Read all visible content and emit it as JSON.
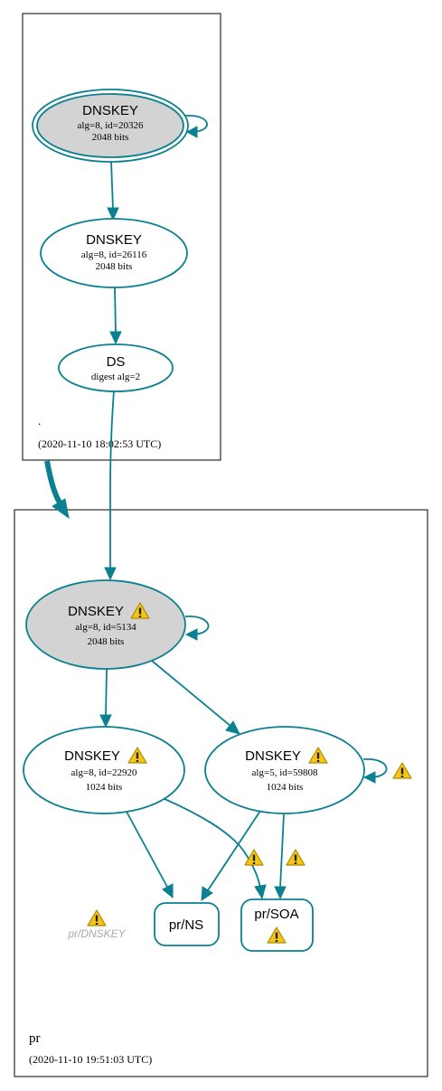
{
  "zones": {
    "root": {
      "name": ".",
      "timestamp": "(2020-11-10 18:02:53 UTC)"
    },
    "pr": {
      "name": "pr",
      "timestamp": "(2020-11-10 19:51:03 UTC)"
    }
  },
  "nodes": {
    "root_ksk": {
      "title": "DNSKEY",
      "line1": "alg=8, id=20326",
      "line2": "2048 bits"
    },
    "root_zsk": {
      "title": "DNSKEY",
      "line1": "alg=8, id=26116",
      "line2": "2048 bits"
    },
    "pr_ds": {
      "title": "DS",
      "line1": "digest alg=2"
    },
    "pr_ksk": {
      "title": "DNSKEY",
      "line1": "alg=8, id=5134",
      "line2": "2048 bits"
    },
    "pr_zsk1": {
      "title": "DNSKEY",
      "line1": "alg=8, id=22920",
      "line2": "1024 bits"
    },
    "pr_zsk2": {
      "title": "DNSKEY",
      "line1": "alg=5, id=59808",
      "line2": "1024 bits"
    },
    "pr_ns": {
      "title": "pr/NS"
    },
    "pr_soa": {
      "title": "pr/SOA"
    },
    "pr_dnskey_missing": {
      "title": "pr/DNSKEY"
    }
  },
  "colors": {
    "edge": "#0a8090",
    "ksk_fill": "#d3d3d3",
    "node_fill": "#ffffff",
    "zone_border": "#000000",
    "warning_fill": "#f5c518",
    "missing_text": "#a9a9a9"
  },
  "icons": {
    "warning": "warning-triangle-icon"
  }
}
